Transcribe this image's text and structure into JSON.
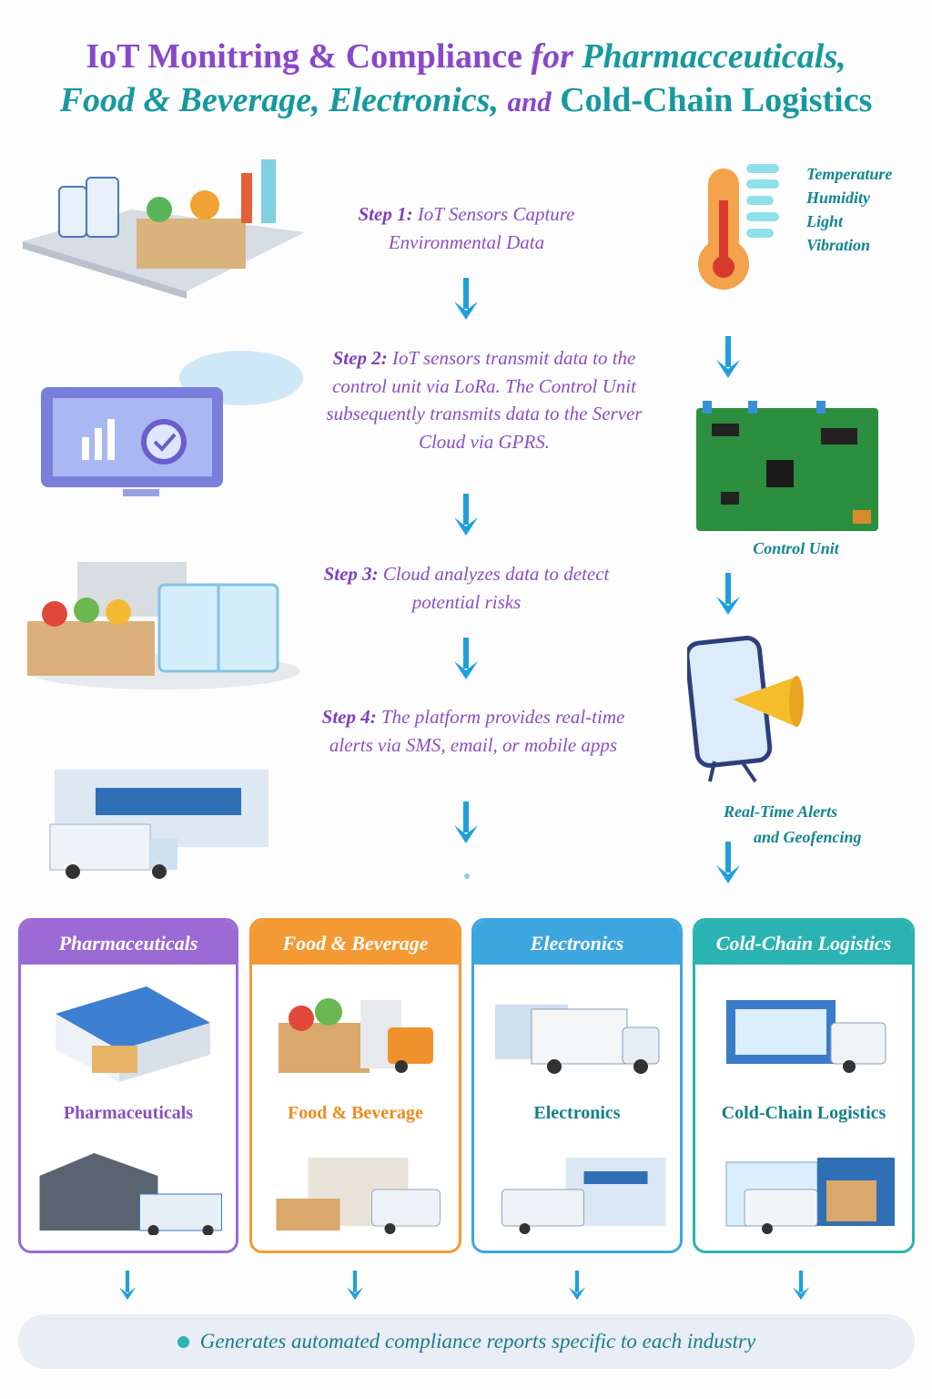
{
  "title": {
    "part1": "IoT Monitring & Compliance",
    "part2": "for",
    "part3": "Pharmacceuticals,",
    "part4": "Food & Beverage, Electronics,",
    "part5": "and",
    "part6": "Cold-Chain Logistics"
  },
  "steps": [
    {
      "label": "Step 1:",
      "text": "IoT Sensors Capture Environmental Data"
    },
    {
      "label": "Step 2:",
      "text": "IoT sensors transmit data to the control unit via LoRa. The Control Unit subsequently transmits data to the Server Cloud via GPRS."
    },
    {
      "label": "Step 3:",
      "text": "Cloud analyzes data to detect potential risks"
    },
    {
      "label": "Step 4:",
      "text": "The platform provides real-time alerts via SMS, email, or mobile apps"
    }
  ],
  "sensors": [
    "Temperature",
    "Humidity",
    "Light",
    "Vibration"
  ],
  "right": {
    "control_unit": "Control Unit",
    "alerts_line1": "Real-Time Alerts",
    "alerts_line2": "and Geofencing"
  },
  "industries": [
    {
      "header": "Pharmaceuticals",
      "label": "Pharmaceuticals",
      "color": "#9b6ad4"
    },
    {
      "header": "Food & Beverage",
      "label": "Food & Beverage",
      "color": "#f39a34"
    },
    {
      "header": "Electronics",
      "label": "Electronics",
      "color": "#3ea6df"
    },
    {
      "header": "Cold-Chain Logistics",
      "label": "Cold-Chain Logistics",
      "color": "#2bb3b3"
    }
  ],
  "footer": "Generates automated compliance reports specific to each industry"
}
